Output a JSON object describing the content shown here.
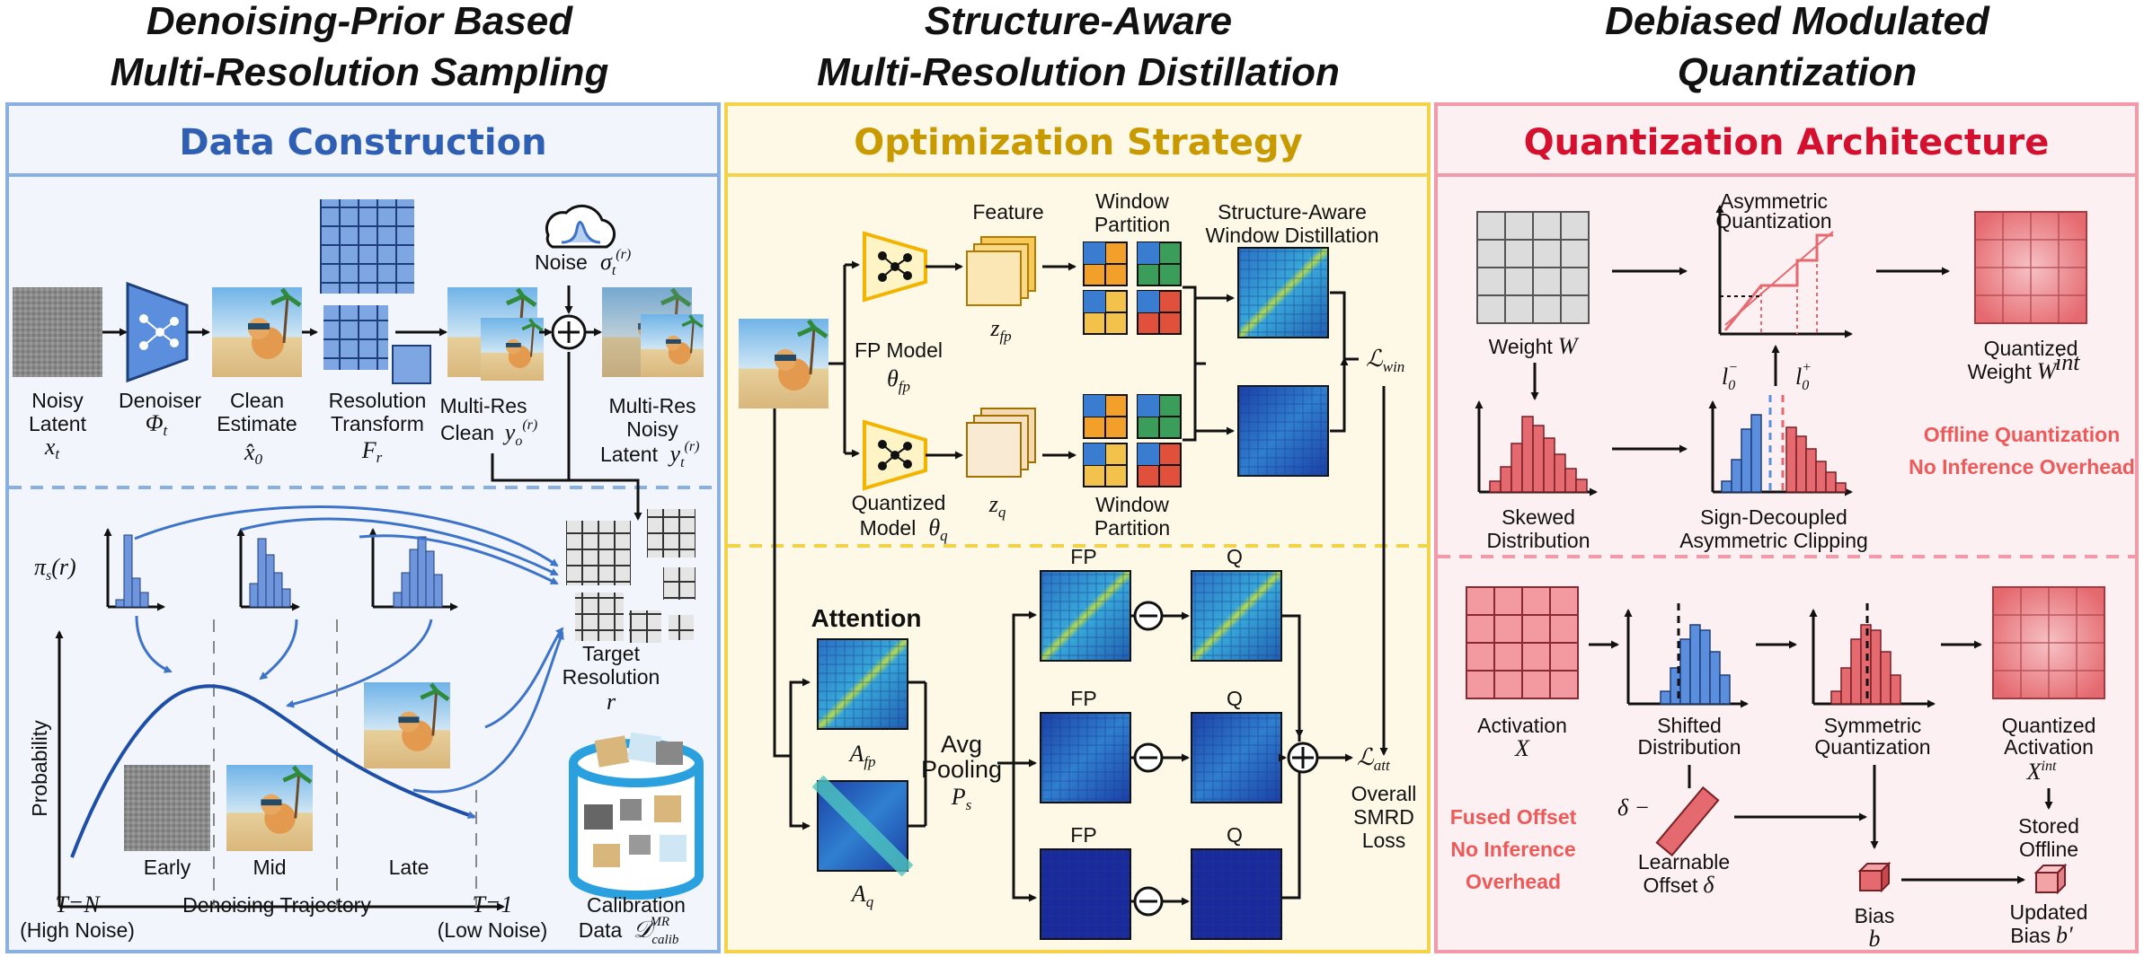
{
  "panels": [
    {
      "heading": [
        "Denoising-Prior Based",
        "Multi-Resolution Sampling"
      ],
      "title": "Data Construction",
      "title_color": "#2f5fb3",
      "border_color": "#8ab0e0",
      "bg_color": "#f2f6fc"
    },
    {
      "heading": [
        "Structure-Aware",
        "Multi-Resolution Distillation"
      ],
      "title": "Optimization Strategy",
      "title_color": "#c99a00",
      "border_color": "#f3d34a",
      "bg_color": "#fdf9e6"
    },
    {
      "heading": [
        "Debiased Modulated",
        "Quantization"
      ],
      "title": "Quantization Architecture",
      "title_color": "#d4102e",
      "border_color": "#f29aaa",
      "bg_color": "#fdf0f2"
    }
  ],
  "data": {
    "noisy_latent": [
      "Noisy",
      "Latent"
    ],
    "noisy_latent_sym": "x",
    "denoiser": "Denoiser",
    "denoiser_sym": "Φ",
    "clean_estimate": [
      "Clean",
      "Estimate"
    ],
    "clean_estimate_sym": "x̂",
    "resolution_transform": [
      "Resolution",
      "Transform"
    ],
    "resolution_transform_sym": "F",
    "noise": "Noise",
    "noise_sym": "σ",
    "multires_clean": [
      "Multi-Res",
      "Clean"
    ],
    "multires_clean_sym": "y",
    "multires_noisy": [
      "Multi-Res",
      "Noisy",
      "Latent"
    ],
    "multires_noisy_sym": "y",
    "pi": "π",
    "pi_arg": "(r)",
    "target_resolution": [
      "Target",
      "Resolution"
    ],
    "target_resolution_sym": "r",
    "probability": "Probability",
    "early": "Early",
    "mid": "Mid",
    "late": "Late",
    "trajectory": "Denoising Trajectory",
    "t_start": "T=N",
    "t_start_note": "(High Noise)",
    "t_end": "T=1",
    "t_end_note": "(Low Noise)",
    "calibration": [
      "Calibration",
      "Data"
    ],
    "calibration_sym": "𝒟"
  },
  "optim": {
    "feature": "Feature",
    "window_partition": [
      "Window",
      "Partition"
    ],
    "sawd": [
      "Structure-Aware",
      "Window Distillation"
    ],
    "fp_model": "FP Model",
    "fp_model_sym": "θ",
    "q_model": [
      "Quantized",
      "Model"
    ],
    "q_model_sym": "θ",
    "z_fp": "z",
    "z_q": "z",
    "l_win": "ℒ",
    "attention": "Attention",
    "a_fp": "A",
    "a_q": "A",
    "avg_pooling": [
      "Avg",
      "Pooling"
    ],
    "pool_sym": "P",
    "fp": "FP",
    "q": "Q",
    "l_att": "ℒ",
    "overall": [
      "Overall",
      "SMRD",
      "Loss"
    ]
  },
  "quant": {
    "asym": [
      "Asymmetric",
      "Quantization"
    ],
    "weight": "Weight",
    "weight_sym": "W",
    "quantized_weight": [
      "Quantized",
      "Weight"
    ],
    "quantized_weight_sym": "W",
    "l0_minus": "l",
    "l0_plus": "l",
    "skewed": [
      "Skewed",
      "Distribution"
    ],
    "sign_decoupled": [
      "Sign-Decoupled",
      "Asymmetric Clipping"
    ],
    "offline": [
      "Offline Quantization",
      "No Inference Overhead"
    ],
    "activation": "Activation",
    "activation_sym": "X",
    "shifted": [
      "Shifted",
      "Distribution"
    ],
    "symmetric": [
      "Symmetric",
      "Quantization"
    ],
    "quantized_activation": [
      "Quantized",
      "Activation"
    ],
    "quantized_activation_sym": "X",
    "delta_minus": "δ −",
    "learnable": [
      "Learnable",
      "Offset"
    ],
    "learnable_sym": "δ",
    "stored": [
      "Stored",
      "Offline"
    ],
    "fused": [
      "Fused Offset",
      "No Inference",
      "Overhead"
    ],
    "bias": "Bias",
    "bias_sym": "b",
    "updated_bias": [
      "Updated",
      "Bias"
    ],
    "updated_bias_sym": "b′"
  }
}
